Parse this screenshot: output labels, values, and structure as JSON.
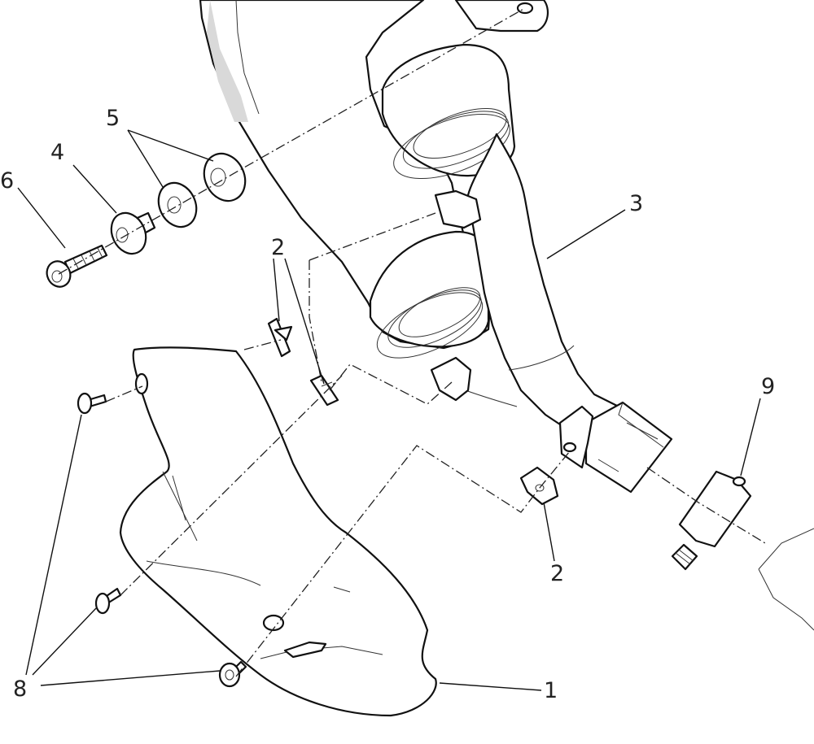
{
  "callouts": {
    "c1": "1",
    "c2a": "2",
    "c2b": "2",
    "c3": "3",
    "c4": "4",
    "c5": "5",
    "c6": "6",
    "c8": "8",
    "c9": "9"
  },
  "colors": {
    "line": "#111111",
    "fill": "#ffffff",
    "shade": "#d9d9d9"
  }
}
